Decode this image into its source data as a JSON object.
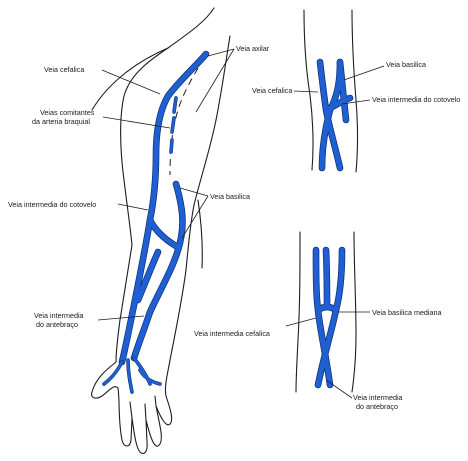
{
  "labels": {
    "veia_cefalica": "Veia  cefalica",
    "veias_comitantes_1": "Veias  comitantes",
    "veias_comitantes_2": "da  arteria  braquial",
    "veia_axilar": "Veia  axilar",
    "veia_intermedia_cotovelo": "Veia  intermedia  do  cotovelo",
    "veia_basilica": "Veia  basilica",
    "veia_intermedia_antebraco_1": "Veia  intermedia",
    "veia_intermedia_antebraco_2": "do  antebraço",
    "inset1_cefalica": "Veia  cefalica",
    "inset1_basilica": "Veia  basilica",
    "inset1_intermedia_cotovelo": "Veia  intermedia  do  cotovelo",
    "inset2_basilica_mediana": "Veia  basilica  mediana",
    "inset2_intermedia_cefalica": "Veia  intermedia  cefalica",
    "inset2_intermedia_antebraco_1": "Veia  intermedia",
    "inset2_intermedia_antebraco_2": "do  antebraço"
  },
  "colors": {
    "vein": "#1f5fd1",
    "vein_edge": "#0b2e73",
    "outline": "#1e1e1e",
    "background": "#ffffff"
  }
}
